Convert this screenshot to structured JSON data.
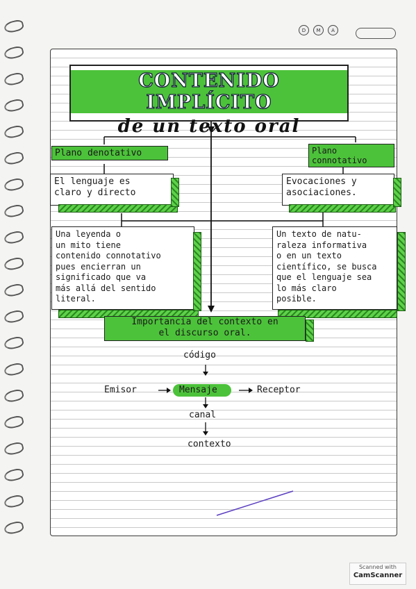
{
  "title": {
    "line1": "CONTENIDO IMPLÍCITO",
    "line2": "de un texto oral"
  },
  "left": {
    "label": "Plano denotativo",
    "box1": [
      "El lenguaje es",
      "claro y directo"
    ],
    "box2": [
      "Una leyenda o",
      "un mito tiene",
      "contenido connotativo",
      "pues encierran un",
      "significado que va",
      "más allá del sentido",
      "literal."
    ]
  },
  "right": {
    "label": "Plano connotativo",
    "box1": [
      "Evocaciones y",
      "asociaciones."
    ],
    "box2": [
      "Un texto de natu-",
      "raleza informativa",
      "o en un texto",
      "científico, se busca",
      "que el lenguaje sea",
      "lo más claro",
      "posible."
    ]
  },
  "importance": [
    "Importancia del contexto en",
    "el discurso oral."
  ],
  "communication": {
    "codigo": "código",
    "emisor": "Emisor",
    "mensaje": "Mensaje",
    "receptor": "Receptor",
    "canal": "canal",
    "contexto": "contexto"
  },
  "header_dots": [
    "D",
    "M",
    "A"
  ],
  "stamp": {
    "line1": "Scanned with",
    "line2": "CamScanner"
  },
  "colors": {
    "highlight": "#4cc23a",
    "ink": "#1a1a1a",
    "accent_line": "#5a3fc0"
  }
}
